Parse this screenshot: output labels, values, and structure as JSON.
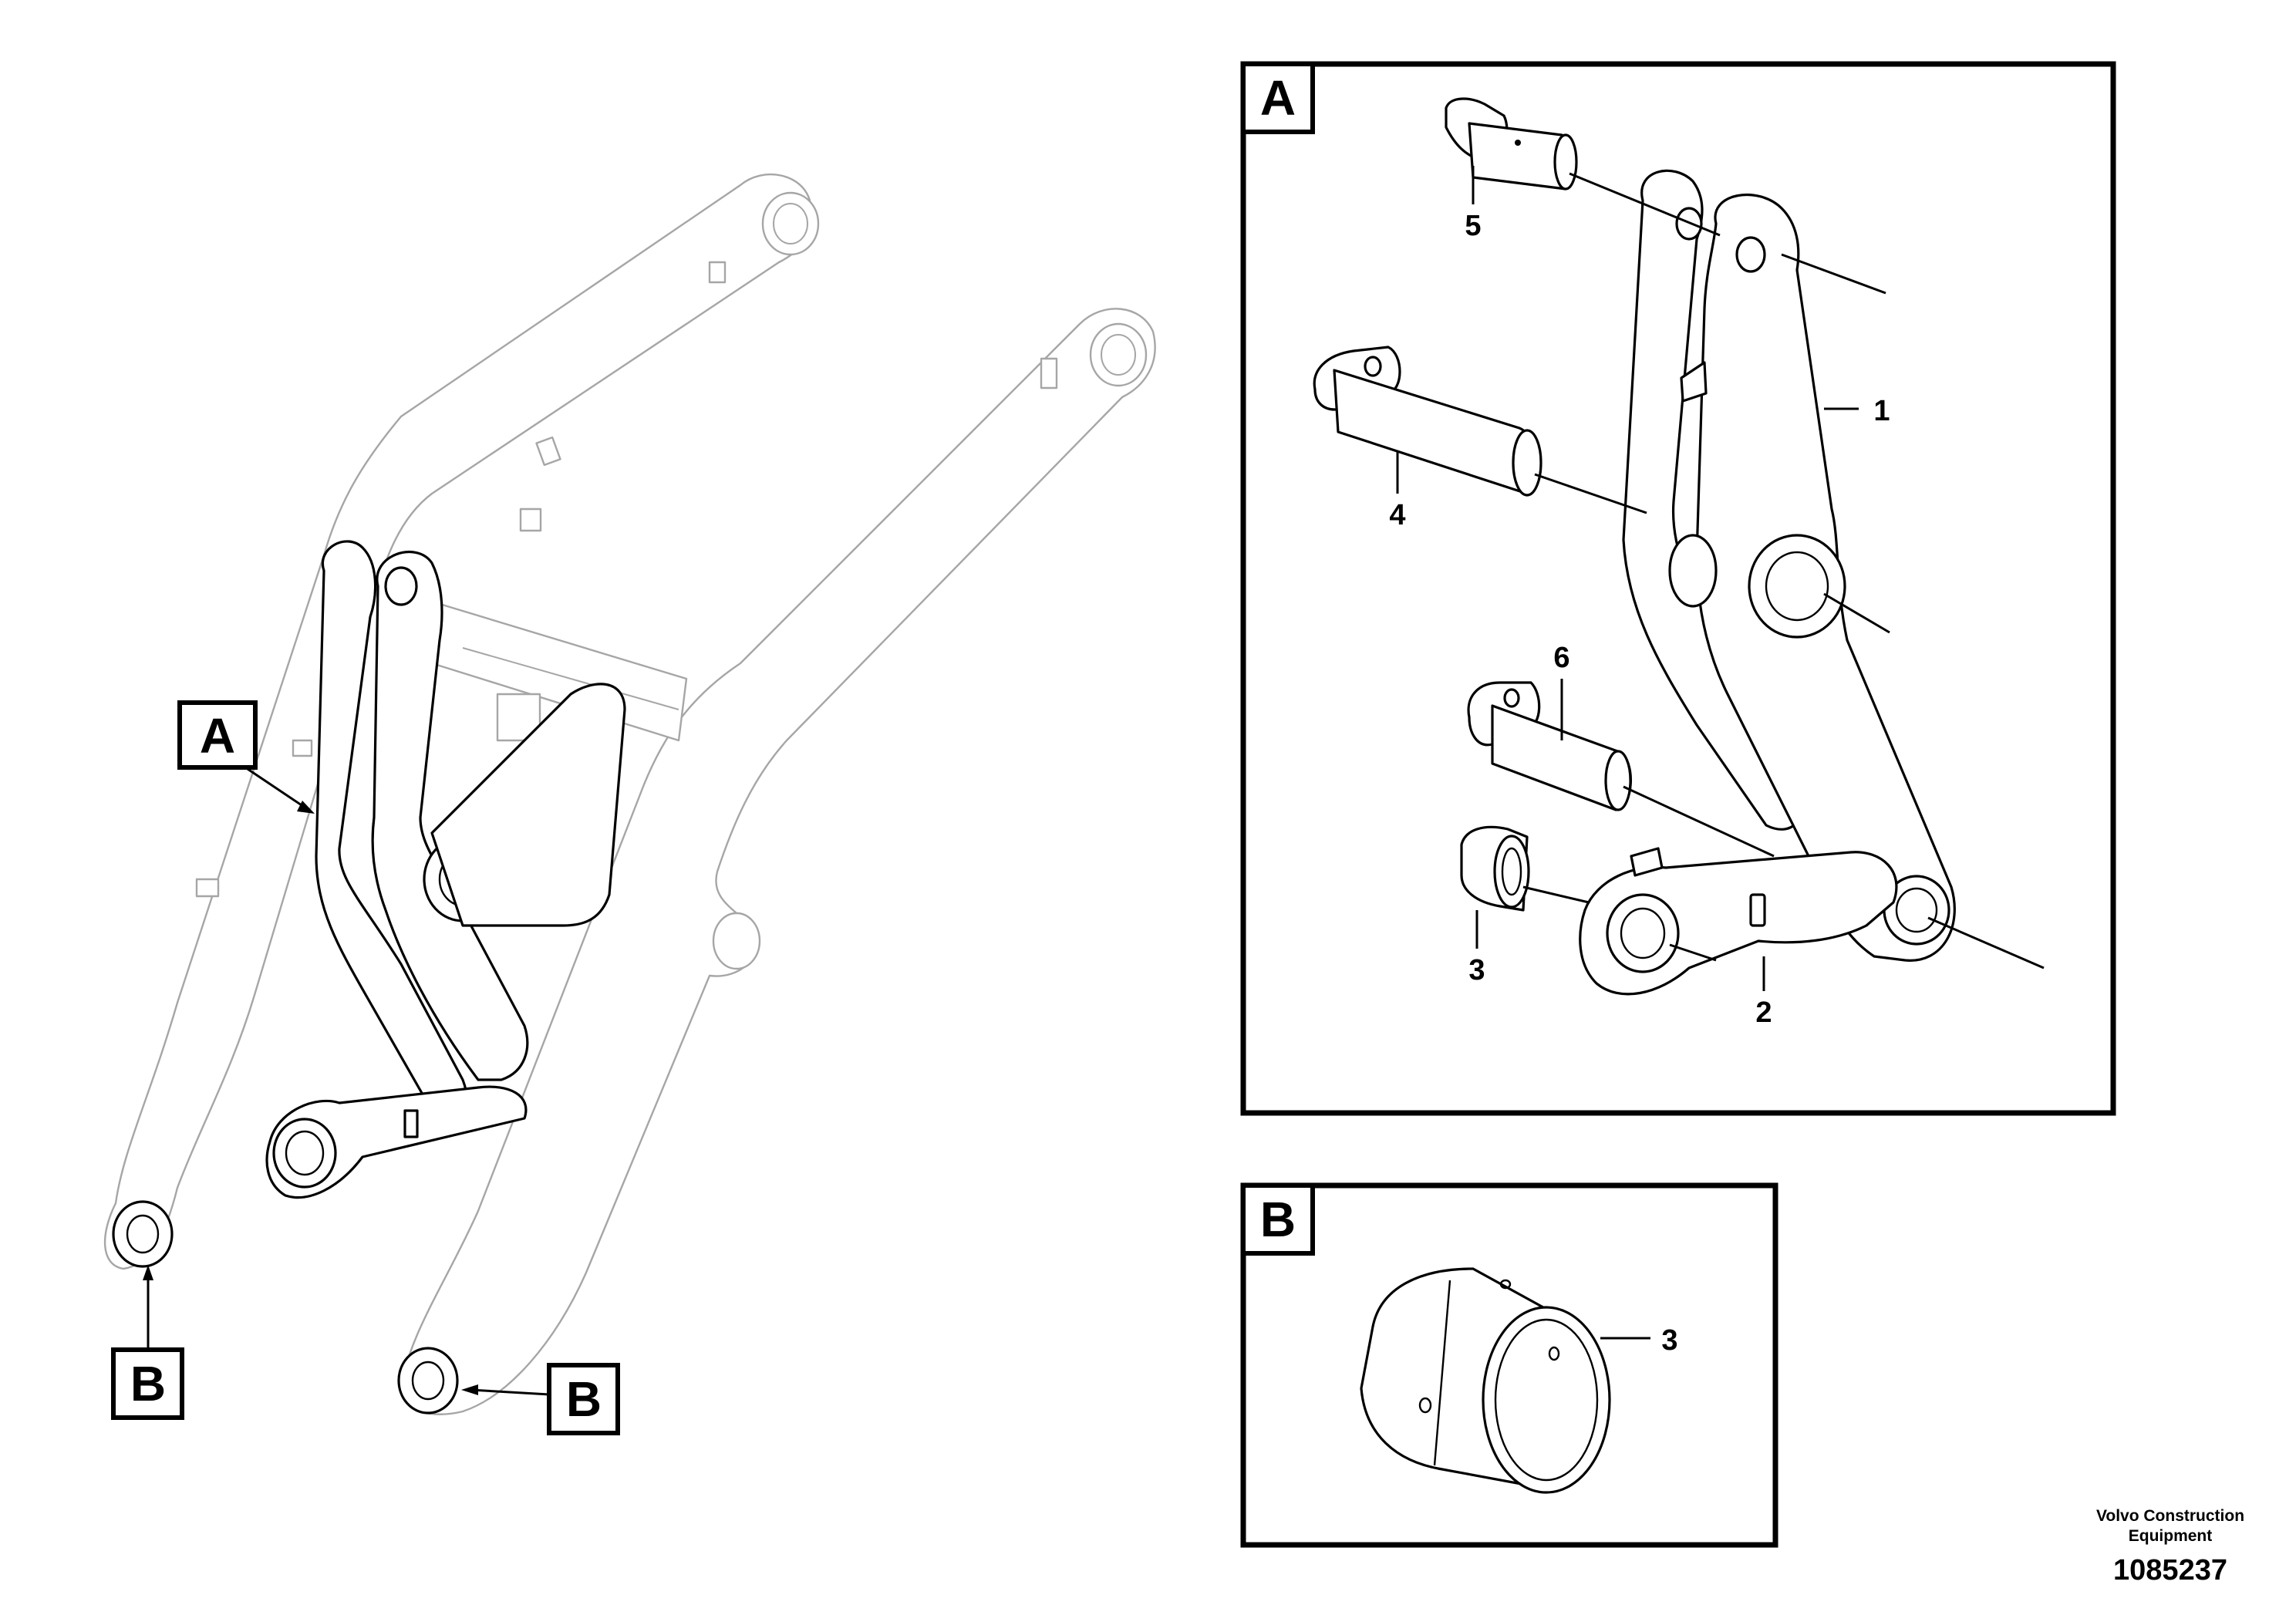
{
  "callouts": {
    "a_main": "A",
    "b_left": "B",
    "b_right": "B",
    "a_detail": "A",
    "b_detail": "B"
  },
  "detail_a_refs": {
    "ref1": "1",
    "ref2": "2",
    "ref3": "3",
    "ref4": "4",
    "ref5": "5",
    "ref6": "6"
  },
  "detail_b_refs": {
    "ref3": "3"
  },
  "footer": {
    "company_line1": "Volvo Construction",
    "company_line2": "Equipment",
    "drawing_number": "1085237"
  },
  "icons": {
    "main_view": "loader-lift-arm-assembly-icon",
    "bell_crank": "bell-crank-icon",
    "link": "link-rod-icon",
    "pin": "pin-icon",
    "bushing": "bushing-icon"
  }
}
